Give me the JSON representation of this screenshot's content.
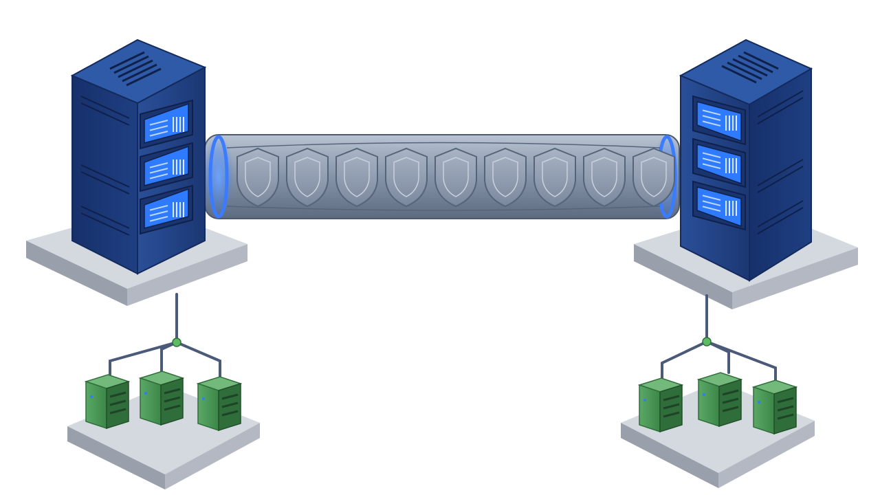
{
  "scene": {
    "description_free": true,
    "colors": {
      "background": "#ffffff",
      "server_blue": "#1f3f82",
      "server_blue_dark": "#142a5c",
      "server_blue_light": "#2e5aa8",
      "led_blue": "#2f7bff",
      "glow_blue": "#3b7cff",
      "tunnel_gray": "#8a98ad",
      "tunnel_gray_dark": "#5d6b80",
      "tunnel_gray_light": "#b9c3d2",
      "platform_gray": "#c5c9d1",
      "platform_gray_dark": "#8f95a0",
      "cable": "#4a5a78",
      "node_green": "#4d9a5a",
      "node_green_dark": "#2f6e3a",
      "node_green_light": "#73b97c",
      "junction": "#5dbb63"
    },
    "icons": {
      "left_server": "server-rack-icon",
      "right_server": "server-rack-icon",
      "tunnel": "encrypted-tunnel-icon",
      "shield": "shield-icon",
      "node": "server-node-icon"
    },
    "counts": {
      "server_units_per_rack": 3,
      "client_nodes_per_group": 3,
      "tunnel_shields": 9
    }
  }
}
